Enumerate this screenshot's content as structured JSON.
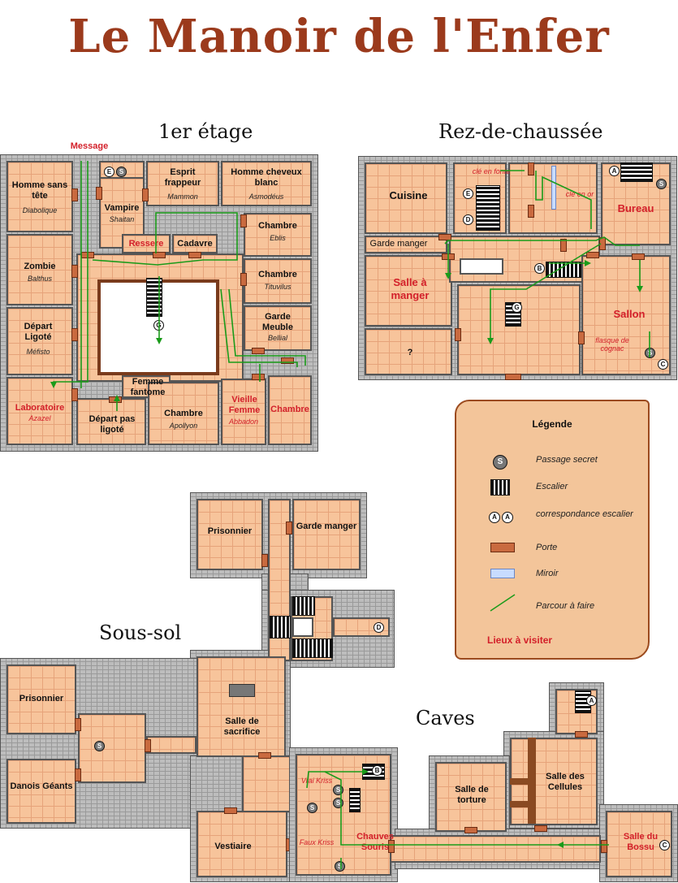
{
  "title": "Le Manoir de l'Enfer",
  "sections": {
    "first_floor": "1er étage",
    "ground_floor": "Rez-de-chaussée",
    "basement": "Sous-sol",
    "cellars": "Caves"
  },
  "first_floor": {
    "message": "Message",
    "rooms": {
      "homme_sans_tete": {
        "name": "Homme sans tête",
        "sub": "Diabolique"
      },
      "vampire": {
        "name": "Vampire",
        "sub": "Shaitan"
      },
      "esprit_frappeur": {
        "name": "Esprit frappeur",
        "sub": "Mammon"
      },
      "homme_cheveux_blanc": {
        "name": "Homme cheveux blanc",
        "sub": "Asmodéus"
      },
      "chambre_eblis": {
        "name": "Chambre",
        "sub": "Eblis"
      },
      "ressere": {
        "name": "Ressere"
      },
      "cadavre": {
        "name": "Cadavre"
      },
      "zombie": {
        "name": "Zombie",
        "sub": "Balthus"
      },
      "chambre_tituvilus": {
        "name": "Chambre",
        "sub": "Tituvilus"
      },
      "depart_ligote": {
        "name": "Départ Ligoté",
        "sub": "Méfisto"
      },
      "garde_meuble": {
        "name": "Garde Meuble",
        "sub": "Bellial"
      },
      "femme_fantome": {
        "name": "Femme fantome"
      },
      "laboratoire": {
        "name": "Laboratoire",
        "sub": "Azazel"
      },
      "depart_pas_ligote": {
        "name": "Départ pas ligoté"
      },
      "chambre_apollyon": {
        "name": "Chambre",
        "sub": "Apollyon"
      },
      "vieille_femme": {
        "name": "Vieille Femme",
        "sub": "Abbadon"
      },
      "chambre_red": {
        "name": "Chambre"
      }
    }
  },
  "ground_floor": {
    "rooms": {
      "cuisine": {
        "name": "Cuisine"
      },
      "garde_manger": {
        "name": "Garde manger"
      },
      "salle_a_manger": {
        "name": "Salle à manger"
      },
      "unknown": {
        "name": "?"
      },
      "bureau": {
        "name": "Bureau"
      },
      "sallon": {
        "name": "Sallon"
      }
    },
    "notes": {
      "cle_en_fonte": "clé en fonte",
      "cle_en_or": "clé en or",
      "flasque": "flasque de cognac"
    }
  },
  "basement": {
    "rooms": {
      "prisonnier_top": {
        "name": "Prisonnier"
      },
      "garde_manger": {
        "name": "Garde manger"
      },
      "prisonnier_left": {
        "name": "Prisonnier"
      },
      "salle_sacrifice": {
        "name": "Salle de sacrifice"
      },
      "danois": {
        "name": "Danois Géants"
      },
      "vestiaire": {
        "name": "Vestiaire"
      }
    }
  },
  "cellars": {
    "rooms": {
      "salle_torture": {
        "name": "Salle de torture"
      },
      "salle_cellules": {
        "name": "Salle des Cellules"
      },
      "chauves_souris": {
        "name": "Chauves Souris"
      },
      "salle_bossu": {
        "name": "Salle du Bossu"
      }
    },
    "notes": {
      "vrai_kriss": "Vrai Kriss",
      "faux_kriss": "Faux Kriss"
    }
  },
  "badges": {
    "S": "S",
    "A": "A",
    "B": "B",
    "C": "C",
    "D": "D",
    "E": "E",
    "G": "G"
  },
  "legend": {
    "title": "Légende",
    "secret": "Passage secret",
    "stairs": "Escalier",
    "correspondance": "correspondance escalier",
    "door": "Porte",
    "mirror": "Miroir",
    "path": "Parcour à faire",
    "places": "Lieux à visiter"
  },
  "colors": {
    "room": "#f7c49b",
    "wall": "#bdbdbd",
    "door": "#c96a3f",
    "path": "#1a9b1a",
    "highlight": "#d3202a",
    "title": "#9b3a1c",
    "mirror": "#c8dcff"
  }
}
